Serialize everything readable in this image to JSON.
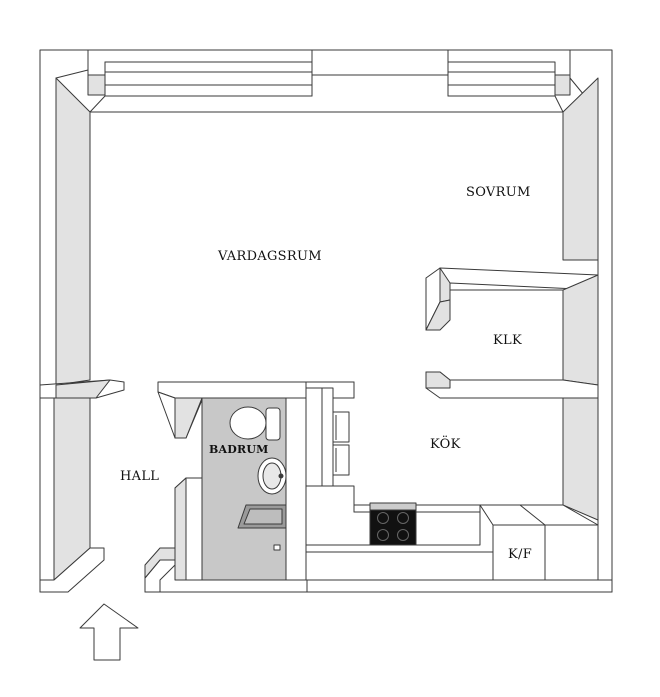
{
  "floorplan": {
    "rooms": {
      "sovrum": "SOVRUM",
      "vardagsrum": "VARDAGSRUM",
      "klk": "KLK",
      "kok": "KÖK",
      "badrum": "BADRUM",
      "hall": "HALL",
      "kf": "K/F"
    },
    "entrance_arrow_icon": "up-arrow-icon",
    "colors": {
      "wall_face": "#ffffff",
      "wall_side": "#e2e2e2",
      "bathroom_floor": "#c8c8c8",
      "line": "#3a3a3a",
      "stove": "#111111"
    }
  }
}
